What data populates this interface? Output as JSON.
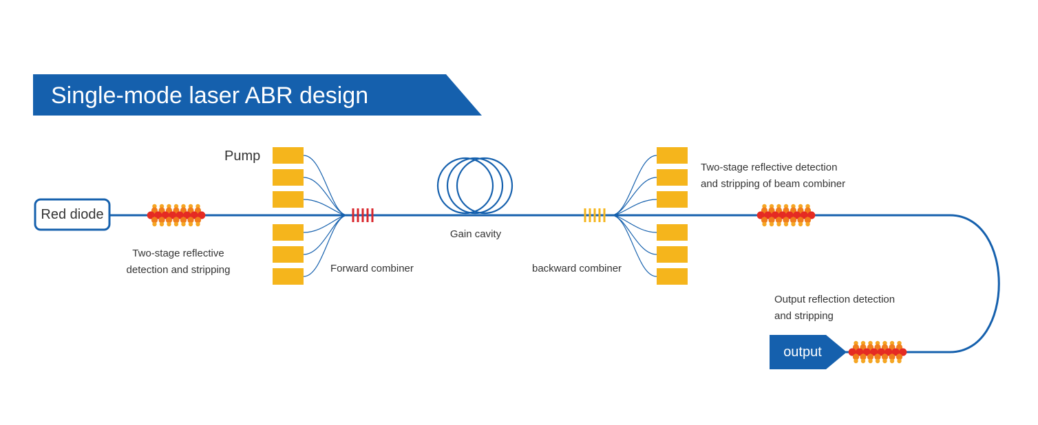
{
  "title": "Single-mode laser ABR design",
  "labels": {
    "red_diode": "Red diode",
    "pump": "Pump",
    "stripper_1_line1": "Two-stage reflective",
    "stripper_1_line2": "detection and stripping",
    "forward_combiner": "Forward combiner",
    "gain_cavity": "Gain cavity",
    "backward_combiner": "backward combiner",
    "stripper_2_line1": "Two-stage reflective detection",
    "stripper_2_line2": "and stripping of beam combiner",
    "stripper_3_line1": "Output reflection detection",
    "stripper_3_line2": "and stripping",
    "output": "output"
  },
  "colors": {
    "blue": "#1560ad",
    "pump_yellow": "#f5b51c",
    "grating_red": "#d9262c",
    "grating_yellow": "#f5b51c",
    "dot_red": "#e52b23",
    "dot_orange": "#f07d1c",
    "dot_yellow": "#f5a623",
    "text": "#333333"
  },
  "icons": {
    "stripper": "cladding-light-stripper-icon",
    "grating": "fiber-bragg-grating-icon",
    "coil": "fiber-coil-icon"
  }
}
